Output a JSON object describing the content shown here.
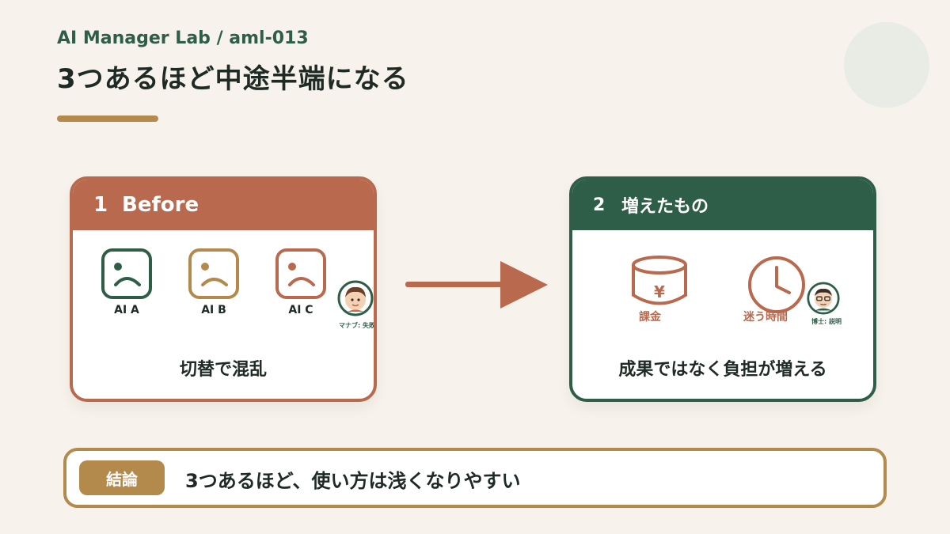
{
  "header": {
    "brand": "AI Manager Lab / aml-013",
    "title": "3つあるほど中途半端になる"
  },
  "left_card": {
    "number": "1",
    "heading": "Before",
    "faces": [
      {
        "label": "AI A",
        "color": "#2f5e48"
      },
      {
        "label": "AI B",
        "color": "#b38a4c"
      },
      {
        "label": "AI C",
        "color": "#b8694e"
      }
    ],
    "avatar_caption": "マナブ: 失敗",
    "footer": "切替で混乱"
  },
  "right_card": {
    "number": "2",
    "heading": "増えたもの",
    "icons": [
      {
        "name": "coin-icon",
        "label": "課金",
        "glyph": "¥"
      },
      {
        "name": "clock-icon",
        "label": "迷う時間"
      }
    ],
    "avatar_caption": "博士: 説明",
    "footer": "成果ではなく負担が増える"
  },
  "conclusion": {
    "badge": "結論",
    "text": "3つあるほど、使い方は浅くなりやすい"
  },
  "colors": {
    "background": "#f7f3ec",
    "terracotta": "#b8694e",
    "green": "#2f5e48",
    "gold": "#b38a4c"
  }
}
